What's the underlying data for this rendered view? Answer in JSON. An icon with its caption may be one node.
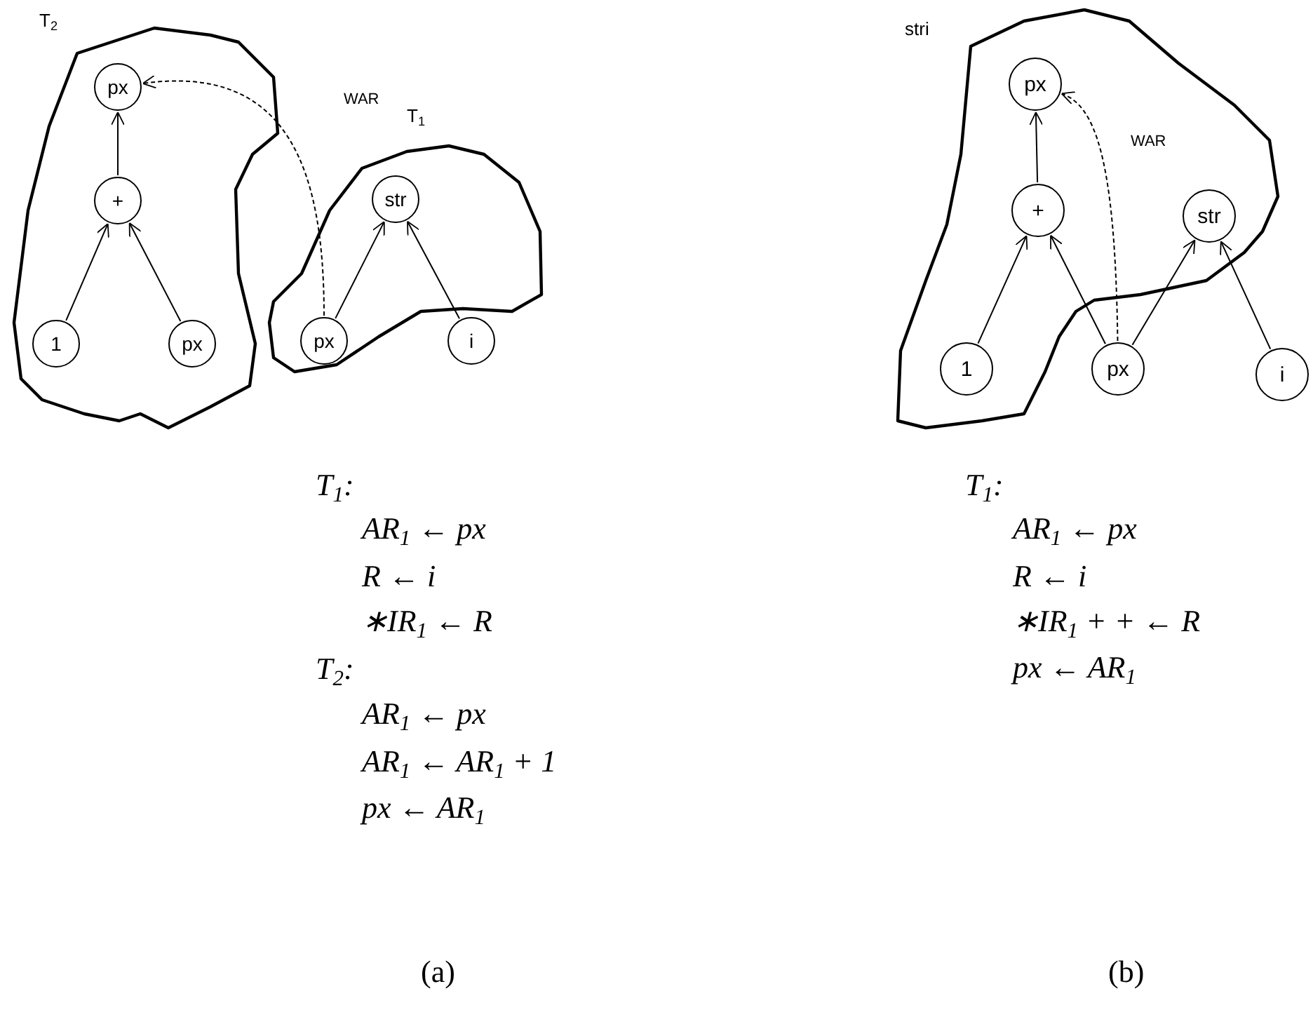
{
  "diagram": {
    "nodes": [
      {
        "text": [
          "T$_{2}$"
        ]
      },
      {
        "text": [
          "px"
        ],
        "in": 0
      },
      {
        "text": [
          "+"
        ],
        "in": 0
      },
      {
        "text": [
          "1"
        ],
        "in": 0
      },
      {
        "text": [
          "px"
        ],
        "in": 0
      },
      {
        "text": [
          "T$_{1}$"
        ]
      },
      {
        "text": [
          "str"
        ],
        "in": 5
      },
      {
        "text": [
          "px"
        ],
        "in": 5
      },
      {
        "text": [
          "i"
        ],
        "in": 5
      },
      {
        "text": [
          "stri"
        ]
      },
      {
        "text": [
          "px"
        ],
        "in": 9
      },
      {
        "text": [
          "+"
        ],
        "in": 9
      },
      {
        "text": [
          "str"
        ],
        "in": 9
      },
      {
        "text": [
          "1"
        ],
        "in": 9
      },
      {
        "text": [
          "px"
        ]
      },
      {
        "text": [
          "i"
        ]
      }
    ],
    "edges": [
      {
        "from": 2,
        "to": 1,
        "arrow": "to"
      },
      {
        "from": 3,
        "to": 2,
        "arrow": "to"
      },
      {
        "from": 4,
        "to": 2,
        "arrow": "to"
      },
      {
        "from": 7,
        "to": 1,
        "arrow": "to",
        "style": "dashed",
        "label": "WAR"
      },
      {
        "from": 7,
        "to": 6,
        "arrow": "to"
      },
      {
        "from": 8,
        "to": 6,
        "arrow": "to"
      },
      {
        "from": 11,
        "to": 10,
        "arrow": "to"
      },
      {
        "from": 13,
        "to": 11,
        "arrow": "to"
      },
      {
        "from": 14,
        "to": 11,
        "arrow": "to"
      },
      {
        "from": 14,
        "to": 10,
        "arrow": "to",
        "style": "dashed",
        "label": "WAR"
      },
      {
        "from": 14,
        "to": 12,
        "arrow": "to"
      },
      {
        "from": 15,
        "to": 12,
        "arrow": "to"
      }
    ],
    "labels": [
      "T$_{1}$:",
      "AR$_{1}$ ← px",
      "R ← i",
      "∗IR$_{1}$ ← R",
      "T$_{2}$:",
      "AR$_{1}$ ← px",
      "AR$_{1}$ ← AR$_{1}$ + 1",
      "px ← AR$_{1}$",
      "T$_{1}$:",
      "AR$_{1}$ ← px",
      "R ← i",
      "∗IR$_{1}$ + + ← R",
      "px ← AR$_{1}$",
      "(a)",
      "(b)"
    ]
  }
}
